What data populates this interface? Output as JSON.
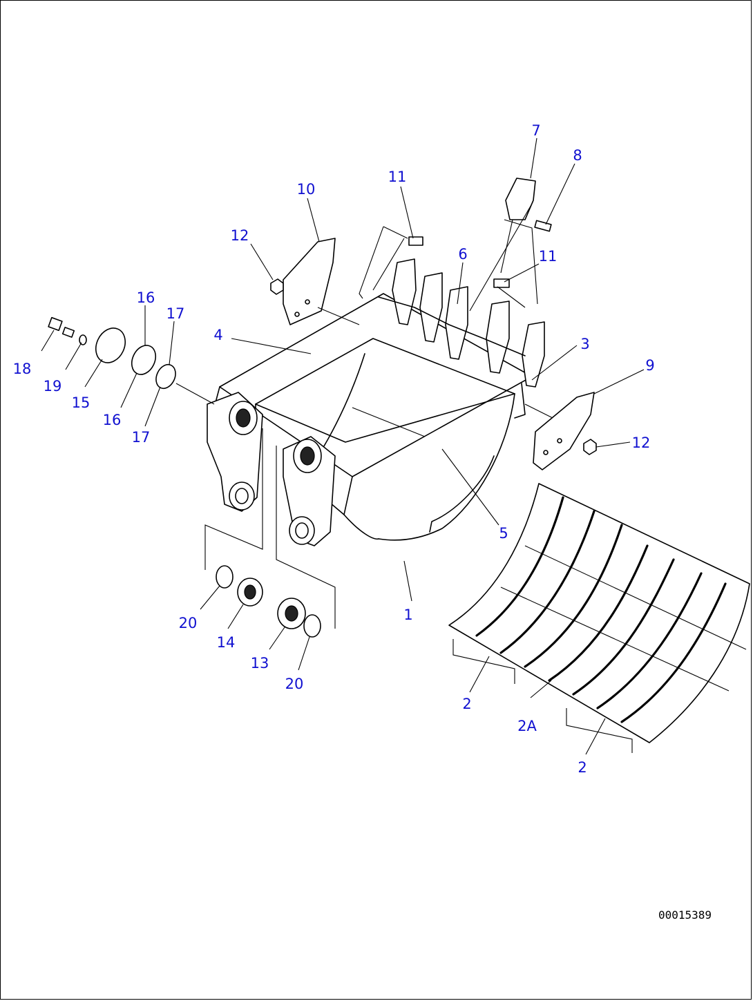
{
  "diagram": {
    "image_id": "00015389",
    "callouts": [
      "7",
      "8",
      "11",
      "10",
      "12",
      "6",
      "11",
      "16",
      "17",
      "4",
      "3",
      "9",
      "18",
      "19",
      "15",
      "16",
      "17",
      "12",
      "5",
      "20",
      "14",
      "13",
      "20",
      "1",
      "2",
      "2A",
      "2"
    ],
    "colors": {
      "callout": "#1010d0",
      "line": "#000000"
    }
  }
}
